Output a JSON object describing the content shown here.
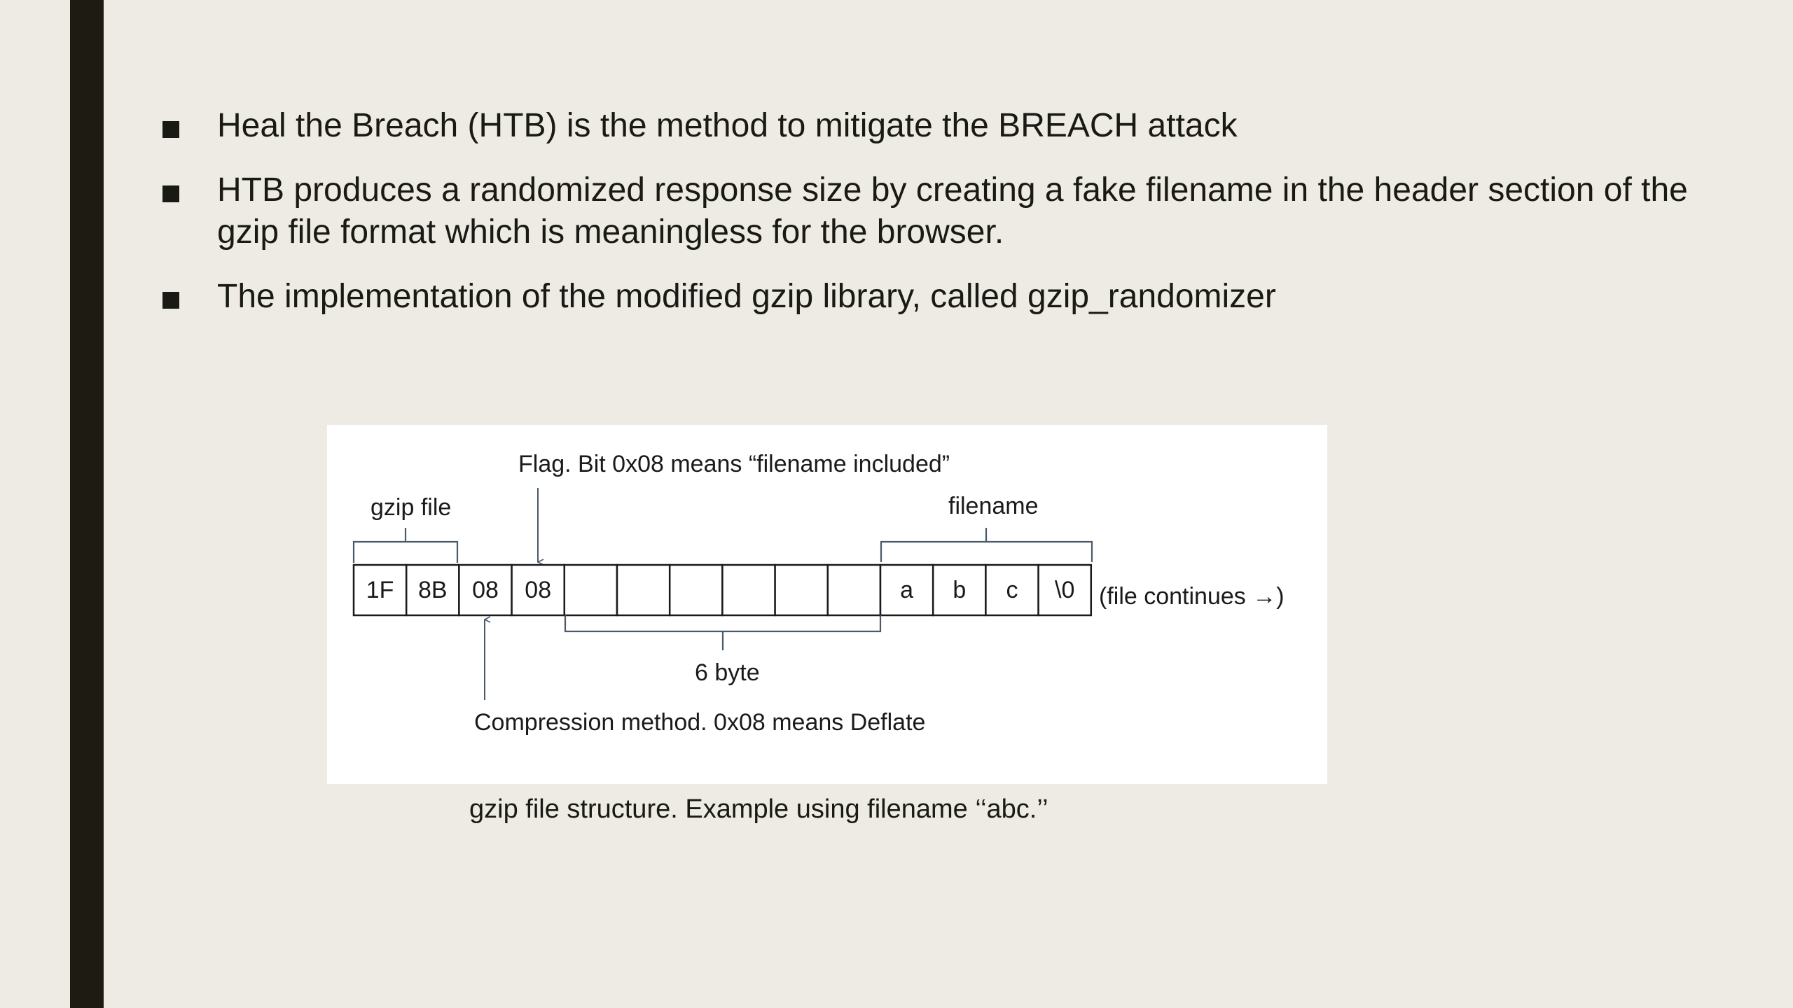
{
  "bullets": [
    "Heal the Breach (HTB) is the method to mitigate the BREACH attack",
    "HTB produces a randomized response size by creating a fake filename in the header section of the gzip file format which is meaningless for the browser.",
    "The implementation of the modified gzip library, called gzip_randomizer"
  ],
  "diagram": {
    "flag_label": "Flag. Bit 0x08 means “filename included”",
    "gzip_file_label": "gzip file",
    "filename_label": "filename",
    "bytes": [
      "1F",
      "8B",
      "08",
      "08",
      "",
      "",
      "",
      "",
      "",
      "",
      "a",
      "b",
      "c",
      "\\0"
    ],
    "continues_label": "(file continues →)",
    "six_byte_label": "6 byte",
    "compression_label": "Compression method. 0x08 means Deflate"
  },
  "caption": "gzip file structure. Example using filename ‘‘abc.’’"
}
